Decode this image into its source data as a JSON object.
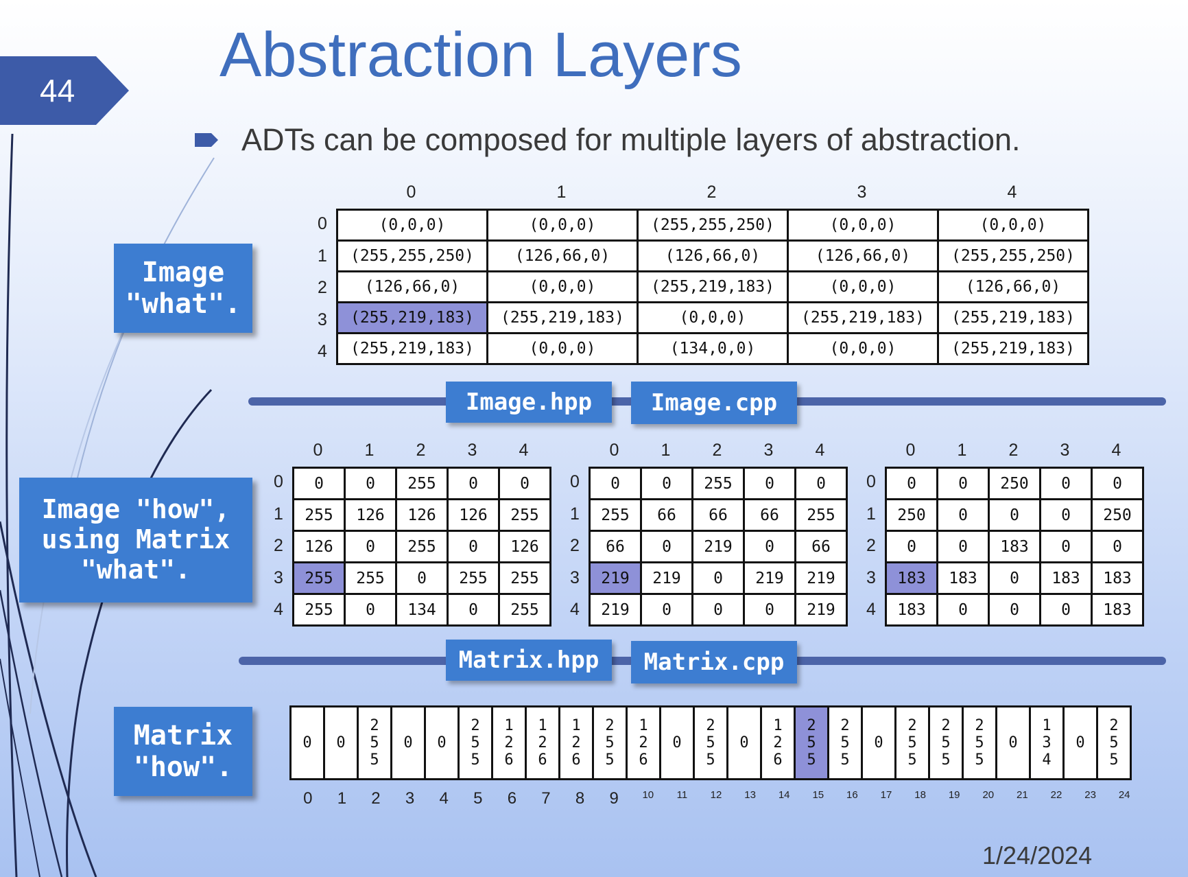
{
  "slide_number": "44",
  "title": "Abstraction Layers",
  "bullet": "ADTs can be composed for multiple layers of abstraction.",
  "labels": {
    "image_what": "Image\n\"what\".",
    "image_how": "Image \"how\",\nusing Matrix\n\"what\".",
    "matrix_how": "Matrix\n\"how\"."
  },
  "files": {
    "image_hpp": "Image.hpp",
    "image_cpp": "Image.cpp",
    "matrix_hpp": "Matrix.hpp",
    "matrix_cpp": "Matrix.cpp"
  },
  "highlight_color": "#8e91d8",
  "image_table": {
    "col_headers": [
      "0",
      "1",
      "2",
      "3",
      "4"
    ],
    "row_headers": [
      "0",
      "1",
      "2",
      "3",
      "4"
    ],
    "rows": [
      [
        "(0,0,0)",
        "(0,0,0)",
        "(255,255,250)",
        "(0,0,0)",
        "(0,0,0)"
      ],
      [
        "(255,255,250)",
        "(126,66,0)",
        "(126,66,0)",
        "(126,66,0)",
        "(255,255,250)"
      ],
      [
        "(126,66,0)",
        "(0,0,0)",
        "(255,219,183)",
        "(0,0,0)",
        "(126,66,0)"
      ],
      [
        "(255,219,183)",
        "(255,219,183)",
        "(0,0,0)",
        "(255,219,183)",
        "(255,219,183)"
      ],
      [
        "(255,219,183)",
        "(0,0,0)",
        "(134,0,0)",
        "(0,0,0)",
        "(255,219,183)"
      ]
    ]
  },
  "matrices": [
    {
      "col_headers": [
        "0",
        "1",
        "2",
        "3",
        "4"
      ],
      "row_headers": [
        "0",
        "1",
        "2",
        "3",
        "4"
      ],
      "rows": [
        [
          "0",
          "0",
          "255",
          "0",
          "0"
        ],
        [
          "255",
          "126",
          "126",
          "126",
          "255"
        ],
        [
          "126",
          "0",
          "255",
          "0",
          "126"
        ],
        [
          "255",
          "255",
          "0",
          "255",
          "255"
        ],
        [
          "255",
          "0",
          "134",
          "0",
          "255"
        ]
      ]
    },
    {
      "col_headers": [
        "0",
        "1",
        "2",
        "3",
        "4"
      ],
      "row_headers": [
        "0",
        "1",
        "2",
        "3",
        "4"
      ],
      "rows": [
        [
          "0",
          "0",
          "255",
          "0",
          "0"
        ],
        [
          "255",
          "66",
          "66",
          "66",
          "255"
        ],
        [
          "66",
          "0",
          "219",
          "0",
          "66"
        ],
        [
          "219",
          "219",
          "0",
          "219",
          "219"
        ],
        [
          "219",
          "0",
          "0",
          "0",
          "219"
        ]
      ]
    },
    {
      "col_headers": [
        "0",
        "1",
        "2",
        "3",
        "4"
      ],
      "row_headers": [
        "0",
        "1",
        "2",
        "3",
        "4"
      ],
      "rows": [
        [
          "0",
          "0",
          "250",
          "0",
          "0"
        ],
        [
          "250",
          "0",
          "0",
          "0",
          "250"
        ],
        [
          "0",
          "0",
          "183",
          "0",
          "0"
        ],
        [
          "183",
          "183",
          "0",
          "183",
          "183"
        ],
        [
          "183",
          "0",
          "0",
          "0",
          "183"
        ]
      ]
    }
  ],
  "flat_array": {
    "values": [
      "0",
      "0",
      "255",
      "0",
      "0",
      "255",
      "126",
      "126",
      "126",
      "255",
      "126",
      "0",
      "255",
      "0",
      "126",
      "255",
      "255",
      "0",
      "255",
      "255",
      "255",
      "0",
      "134",
      "0",
      "255"
    ],
    "indices": [
      "0",
      "1",
      "2",
      "3",
      "4",
      "5",
      "6",
      "7",
      "8",
      "9",
      "10",
      "11",
      "12",
      "13",
      "14",
      "15",
      "16",
      "17",
      "18",
      "19",
      "20",
      "21",
      "22",
      "23",
      "24"
    ],
    "highlight_index": 15
  },
  "date": "1/24/2024"
}
